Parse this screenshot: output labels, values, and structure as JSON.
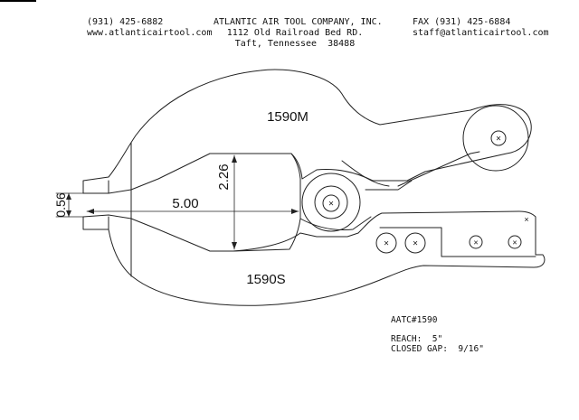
{
  "header": {
    "phone": "(931) 425-6882",
    "website": "www.atlanticairtool.com",
    "company": "ATLANTIC AIR TOOL COMPANY, INC.",
    "street": "1112 Old Railroad Bed RD.",
    "city": "Taft, Tennessee  38488",
    "fax": "FAX (931) 425-6884",
    "email": "staff@atlanticairtool.com"
  },
  "drawing": {
    "upper_part": "1590M",
    "lower_part": "1590S",
    "dim_reach": "5.00",
    "dim_height": "2.26",
    "dim_gap": "0.56"
  },
  "footer": {
    "part_id": "AATC#1590",
    "reach": "REACH:  5\"",
    "closed_gap": "CLOSED GAP:  9/16\""
  }
}
